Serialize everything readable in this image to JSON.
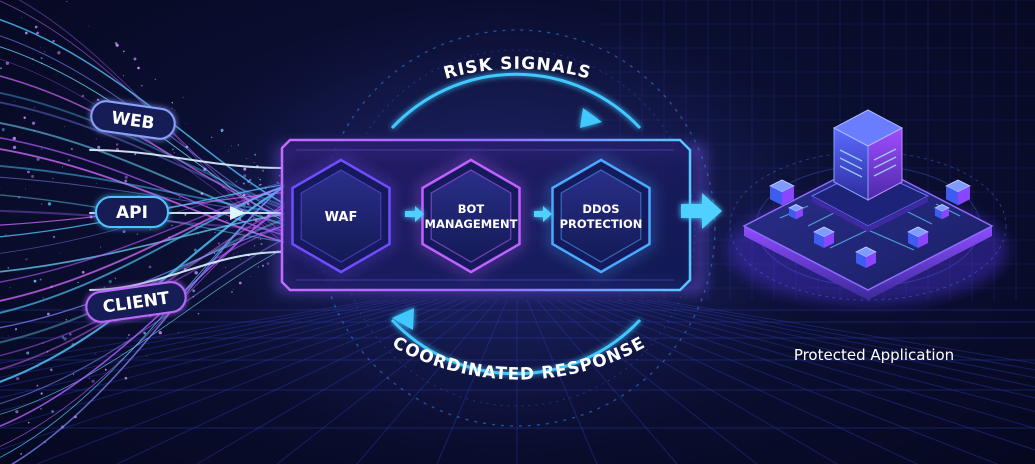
{
  "inputs": [
    {
      "label": "WEB",
      "color": "#8aa2ff"
    },
    {
      "label": "API",
      "color": "#4fc3ff"
    },
    {
      "label": "CLIENT",
      "color": "#b86bff"
    }
  ],
  "top_arc": {
    "label": "RISK SIGNALS"
  },
  "bottom_arc": {
    "label": "COORDINATED RESPONSE"
  },
  "stages": [
    {
      "line1": "WAF",
      "line2": "",
      "color": "#6f4dff"
    },
    {
      "line1": "BOT",
      "line2": "MANAGEMENT",
      "color": "#c061ff"
    },
    {
      "line1": "DDOS",
      "line2": "PROTECTION",
      "color": "#4aa8ff"
    }
  ],
  "output": {
    "label": "Protected Application"
  },
  "colors": {
    "cyan": "#39c6ff",
    "violet": "#9b5cff",
    "magenta": "#d05cff",
    "text": "#ffffff"
  }
}
